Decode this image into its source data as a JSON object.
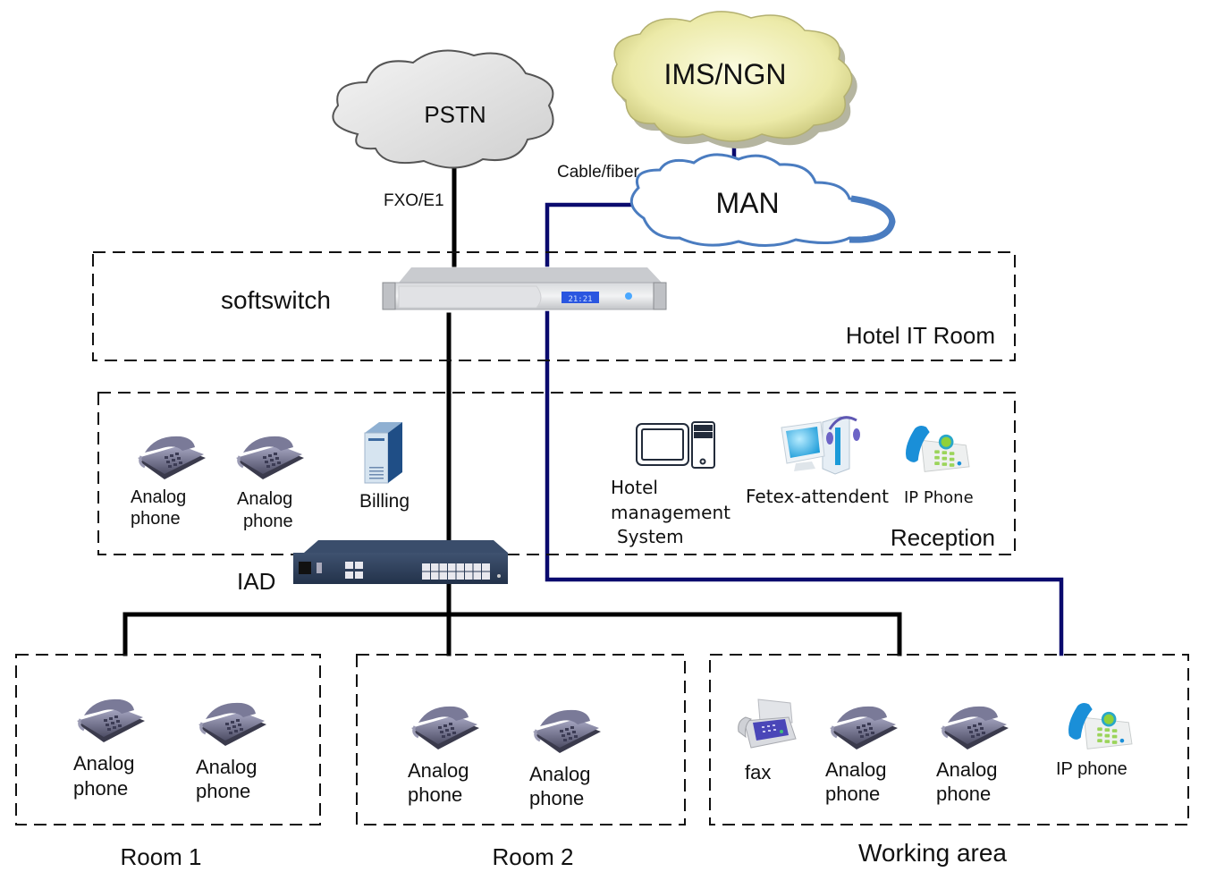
{
  "clouds": {
    "pstn": {
      "label": "PSTN",
      "fill": "#e6e6e6"
    },
    "ims": {
      "label": "IMS/NGN",
      "fill": "#ecebb0"
    },
    "man": {
      "label": "MAN",
      "fill": "#ffffff",
      "outline": "#4a7cc0"
    }
  },
  "links": {
    "pstn_link": "FXO/E1",
    "man_link": "Cable/fiber",
    "black_line_color": "#000000",
    "blue_line_color": "#0a0a6e"
  },
  "zones": {
    "hotel_it_room": {
      "label": "Hotel IT Room",
      "device_label": "softswitch"
    },
    "office": {
      "devices": [
        {
          "type": "analog-phone",
          "label_line1": "Analog",
          "label_line2": "phone"
        },
        {
          "type": "analog-phone",
          "label_line1": "Analog",
          "label_line2": "phone"
        },
        {
          "type": "billing-server",
          "label_line1": "Billing"
        }
      ]
    },
    "reception": {
      "label": "Reception",
      "devices": [
        {
          "type": "hotel-management-pc",
          "label_line1": "Hotel",
          "label_line2": "management",
          "label_line3": "System"
        },
        {
          "type": "attendant-pc",
          "label_line1": "Fetex-attendent"
        },
        {
          "type": "ip-phone",
          "label_line1": "IP Phone"
        }
      ]
    },
    "iad": {
      "label": "IAD"
    },
    "room1": {
      "label": "Room 1",
      "devices": [
        {
          "type": "analog-phone",
          "label_line1": "Analog",
          "label_line2": "phone"
        },
        {
          "type": "analog-phone",
          "label_line1": "Analog",
          "label_line2": "phone"
        }
      ]
    },
    "room2": {
      "label": "Room 2",
      "devices": [
        {
          "type": "analog-phone",
          "label_line1": "Analog",
          "label_line2": "phone"
        },
        {
          "type": "analog-phone",
          "label_line1": "Analog",
          "label_line2": "phone"
        }
      ]
    },
    "working_area": {
      "label": "Working area",
      "devices": [
        {
          "type": "fax",
          "label_line1": "fax"
        },
        {
          "type": "analog-phone",
          "label_line1": "Analog",
          "label_line2": "phone"
        },
        {
          "type": "analog-phone",
          "label_line1": "Analog",
          "label_line2": "phone"
        },
        {
          "type": "ip-phone",
          "label_line1": "IP phone"
        }
      ]
    }
  },
  "softswitch_display": "21:21"
}
